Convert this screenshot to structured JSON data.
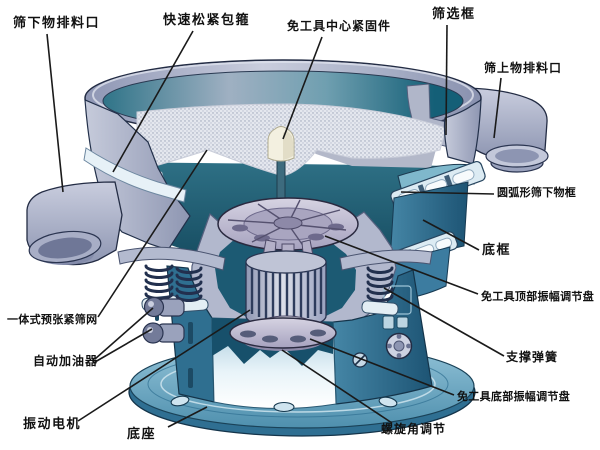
{
  "diagram": {
    "labels": [
      {
        "id": "under-screen-discharge-outlet",
        "text": "筛下物排料口"
      },
      {
        "id": "quick-release-clamp",
        "text": "快速松紧包箍"
      },
      {
        "id": "tool-free-center-fastener",
        "text": "免工具中心紧固件"
      },
      {
        "id": "screening-frame",
        "text": "筛选框"
      },
      {
        "id": "over-screen-discharge-outlet",
        "text": "筛上物排料口"
      },
      {
        "id": "arc-under-screen-frame",
        "text": "圆弧形筛下物框"
      },
      {
        "id": "bottom-frame",
        "text": "底框"
      },
      {
        "id": "tool-free-top-amplitude-dial",
        "text": "免工具顶部振幅调节盘"
      },
      {
        "id": "support-spring",
        "text": "支撑弹簧"
      },
      {
        "id": "tool-free-bottom-amplitude-dial",
        "text": "免工具底部振幅调节盘"
      },
      {
        "id": "helix-angle-adjust",
        "text": "螺旋角调节"
      },
      {
        "id": "integrated-pretension-mesh",
        "text": "一体式预张紧筛网"
      },
      {
        "id": "automatic-oiler",
        "text": "自动加油器"
      },
      {
        "id": "vibration-motor",
        "text": "振动电机"
      },
      {
        "id": "base",
        "text": "底座"
      }
    ],
    "colors": {
      "background": "#ffffff",
      "machine_teal": "#3f7f9f",
      "machine_dark_teal": "#17506b",
      "machine_lavender": "#a8aec6",
      "highlight_band": "#e9f3f8",
      "label_text": "#111111",
      "leader_line": "#1a1a1a"
    }
  }
}
